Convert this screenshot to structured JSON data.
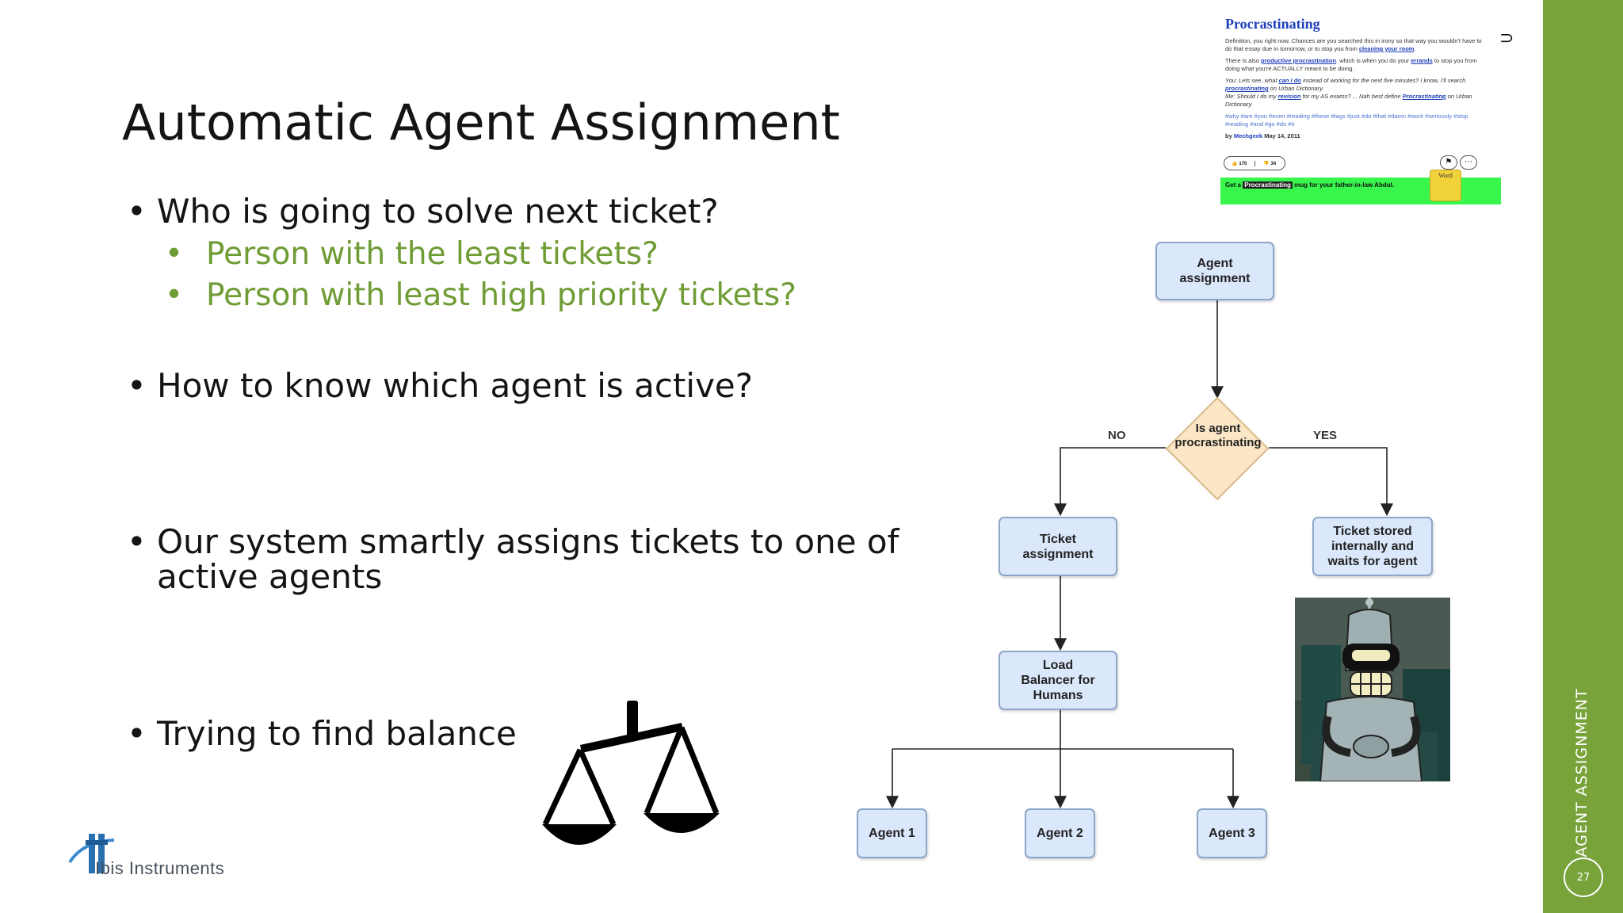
{
  "slide": {
    "title": "Automatic Agent Assignment",
    "section_label": "AGENT ASSIGNMENT",
    "page_number": "27",
    "accent_color": "#77a33a",
    "sub_bullet_color": "#6f9c35"
  },
  "bullets": {
    "b1": "Who is going to solve next ticket?",
    "b1_sub1": "Person with the least tickets?",
    "b1_sub2": "Person with least high priority tickets?",
    "b2": "How to know which agent is active?",
    "b3_line1": "Our system smartly assigns tickets to one of",
    "b3_line2": "active agents",
    "b4": "Trying to find balance",
    "bullet_char": "•"
  },
  "flowchart": {
    "start": [
      "Agent",
      "assignment"
    ],
    "decision": [
      "Is agent",
      "procrastinating"
    ],
    "no_label": "NO",
    "yes_label": "YES",
    "ticket_assignment": [
      "Ticket",
      "assignment"
    ],
    "ticket_stored": [
      "Ticket stored",
      "internally and",
      "waits for agent"
    ],
    "load_balancer": [
      "Load",
      "Balancer for",
      "Humans"
    ],
    "agent1": "Agent 1",
    "agent2": "Agent 2",
    "agent3": "Agent 3",
    "node_fill": "#dbe8fb",
    "decision_fill": "#fbe6c6"
  },
  "urban_dictionary": {
    "title": "Procrastinating",
    "p1_a": "Definition, you right now. Chances are you searched this in irony so that way you wouldn't have to do that essay due in tomorrow, or to stop you from ",
    "p1_link": "cleaning your room",
    "p1_b": ".",
    "p2_a": "There is also ",
    "p2_link1": "productive procrastination",
    "p2_b": ", which is when you do your ",
    "p2_link2": "errands",
    "p2_c": " to stop you from doing what you're ACTUALLY meant to be doing.",
    "p3_a": "You: Lets see, what ",
    "p3_link1": "can I do",
    "p3_b": " instead of working for the next five minutes? I know, I'll search ",
    "p3_link2": "procrastinating",
    "p3_c": " on Urban Dictionary.",
    "p4_a": "Me: Should I do my ",
    "p4_link1": "revision",
    "p4_b": " for my AS exams? ... Nah best define ",
    "p4_link2": "Procrastinating",
    "p4_c": " on Urban Dictionary.",
    "tags": "#why #are #you #even #reading #these #tags #just #do #that #damn #work #seriously #stop #reading #and #go #do #it",
    "byline_a": "by ",
    "byline_author": "Mechgeek",
    "byline_date": " May 14, 2011",
    "upvotes": "170",
    "downvotes": "34",
    "flag_icon": "flag-icon",
    "more_icon": "more-icon",
    "ad_a": "Get a ",
    "ad_highlight": "Procrastinating",
    "ad_b": " mug for your father-in-law Abdul.",
    "mug_text": "Word",
    "ad_color": "#38f64b",
    "link_color": "#1d3fbb"
  },
  "logo": {
    "text": "Ibis Instruments",
    "color": "#2a7fc1"
  },
  "scale_icon": "balance-scale-icon",
  "bender_image": "robot-character-image"
}
